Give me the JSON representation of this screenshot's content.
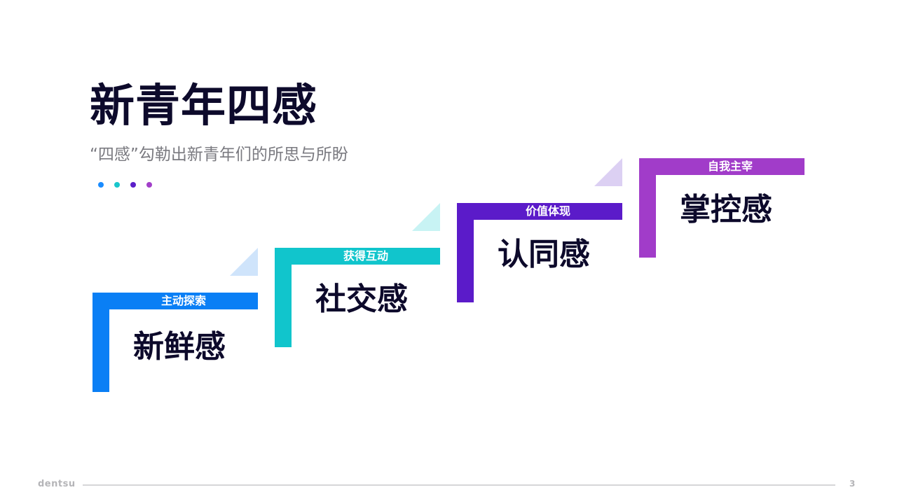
{
  "title": "新青年四感",
  "subtitle": "“四感”勾勒出新青年们的所思与所盼",
  "dots": [
    "#1a8cff",
    "#19c6cc",
    "#5b1fc9",
    "#a23fc9"
  ],
  "steps": [
    {
      "tag": "主动探索",
      "label": "新鲜感",
      "color": "#0a7ff5",
      "tri_color": "#cfe4fb"
    },
    {
      "tag": "获得互动",
      "label": "社交感",
      "color": "#11c5cc",
      "tri_color": "#c8f3f4"
    },
    {
      "tag": "价值体现",
      "label": "认同感",
      "color": "#5b1bc9",
      "tri_color": "#dcd0f3"
    },
    {
      "tag": "自我主宰",
      "label": "掌控感",
      "color": "#a13cc9",
      "tri_color": "#ead6f2"
    }
  ],
  "footer": {
    "brand": "dentsu",
    "page": "3"
  }
}
